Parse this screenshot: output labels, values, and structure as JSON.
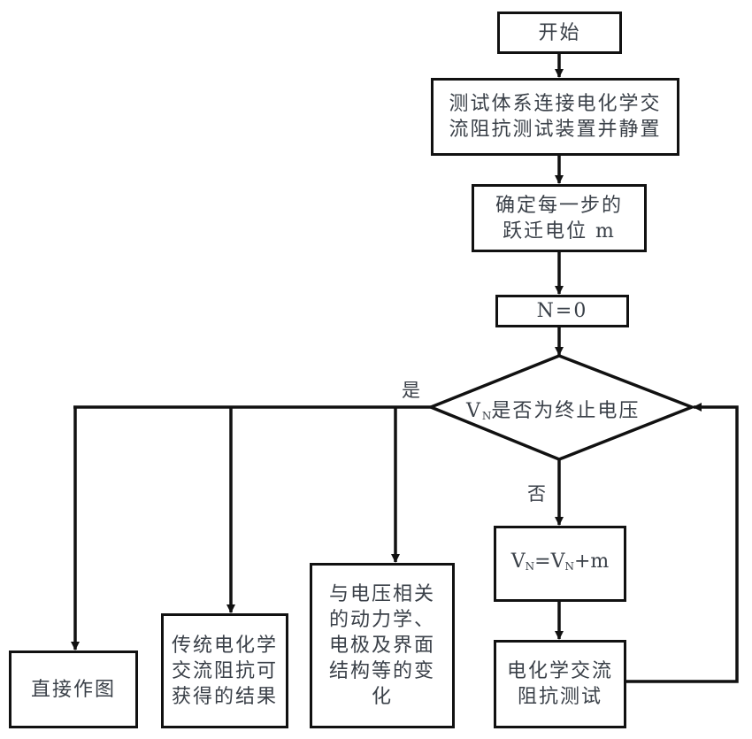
{
  "diagram": {
    "type": "flowchart",
    "nodes": {
      "start": {
        "label": "开始"
      },
      "connect": {
        "lines": [
          "测试体系连接电化学交",
          "流阻抗测试装置并静置"
        ]
      },
      "step": {
        "lines": [
          "确定每一步的",
          "跃迁电位 m"
        ]
      },
      "init": {
        "label": "N=0"
      },
      "decision": {
        "var": "V",
        "sub": "N",
        "text": "是否为终止电压"
      },
      "increment": {
        "lhs_var": "V",
        "lhs_sub": "N",
        "eq": "=",
        "rhs_var": "V",
        "rhs_sub": "N",
        "rhs_tail": "+m"
      },
      "eis_test": {
        "lines": [
          "电化学交流",
          "阻抗测试"
        ]
      },
      "plot": {
        "label": "直接作图"
      },
      "traditional": {
        "lines": [
          "传统电化学",
          "交流阻抗可",
          "获得的结果"
        ]
      },
      "voltage_related": {
        "lines": [
          "与电压相关",
          "的动力学、",
          "电极及界面",
          "结构等的变",
          "化"
        ]
      }
    },
    "edge_labels": {
      "yes": "是",
      "no": "否"
    },
    "edges": [
      {
        "from": "start",
        "to": "connect"
      },
      {
        "from": "connect",
        "to": "step"
      },
      {
        "from": "step",
        "to": "init"
      },
      {
        "from": "init",
        "to": "decision"
      },
      {
        "from": "decision",
        "to": "increment",
        "label": "否"
      },
      {
        "from": "increment",
        "to": "eis_test"
      },
      {
        "from": "eis_test",
        "to": "decision"
      },
      {
        "from": "decision",
        "to": "plot",
        "label": "是"
      },
      {
        "from": "decision",
        "to": "traditional",
        "label": "是"
      },
      {
        "from": "decision",
        "to": "voltage_related",
        "label": "是"
      }
    ]
  }
}
